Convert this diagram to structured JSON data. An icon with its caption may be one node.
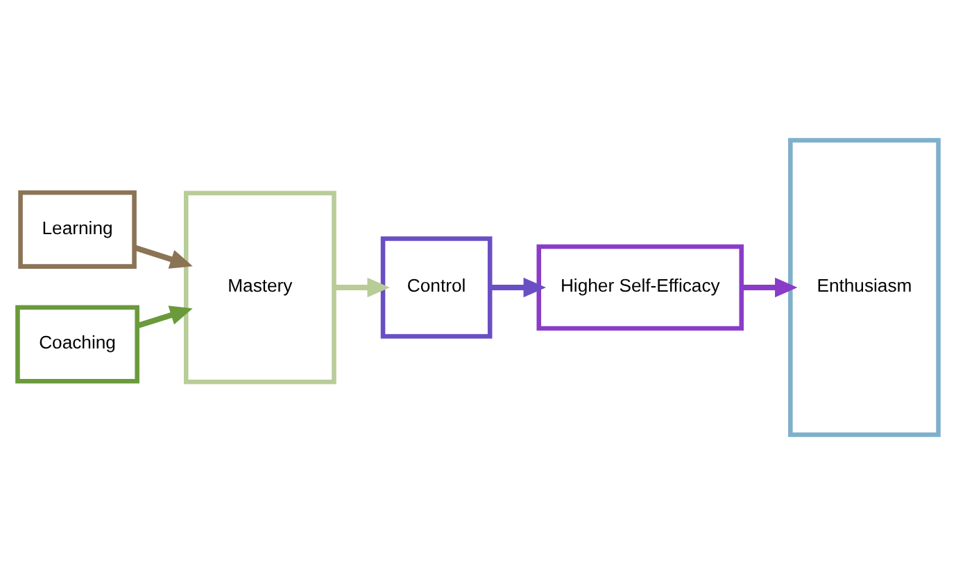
{
  "diagram": {
    "nodes": [
      {
        "text": [
          "Learning"
        ]
      },
      {
        "text": [
          "Coaching"
        ]
      },
      {
        "text": [
          "Mastery"
        ]
      },
      {
        "text": [
          "Control"
        ]
      },
      {
        "text": [
          "Higher Self-Efficacy"
        ]
      },
      {
        "text": [
          "Enthusiasm"
        ]
      }
    ],
    "edges": [
      {
        "from": 0,
        "to": 2,
        "arrow": "to",
        "color": "#8b7355"
      },
      {
        "from": 1,
        "to": 2,
        "arrow": "to",
        "color": "#6a9a3a"
      },
      {
        "from": 2,
        "to": 3,
        "arrow": "to",
        "color": "#b8cc98"
      },
      {
        "from": 3,
        "to": 4,
        "arrow": "to",
        "color": "#6a4fc4"
      },
      {
        "from": 4,
        "to": 5,
        "arrow": "to",
        "color": "#8a3cc8"
      }
    ]
  }
}
